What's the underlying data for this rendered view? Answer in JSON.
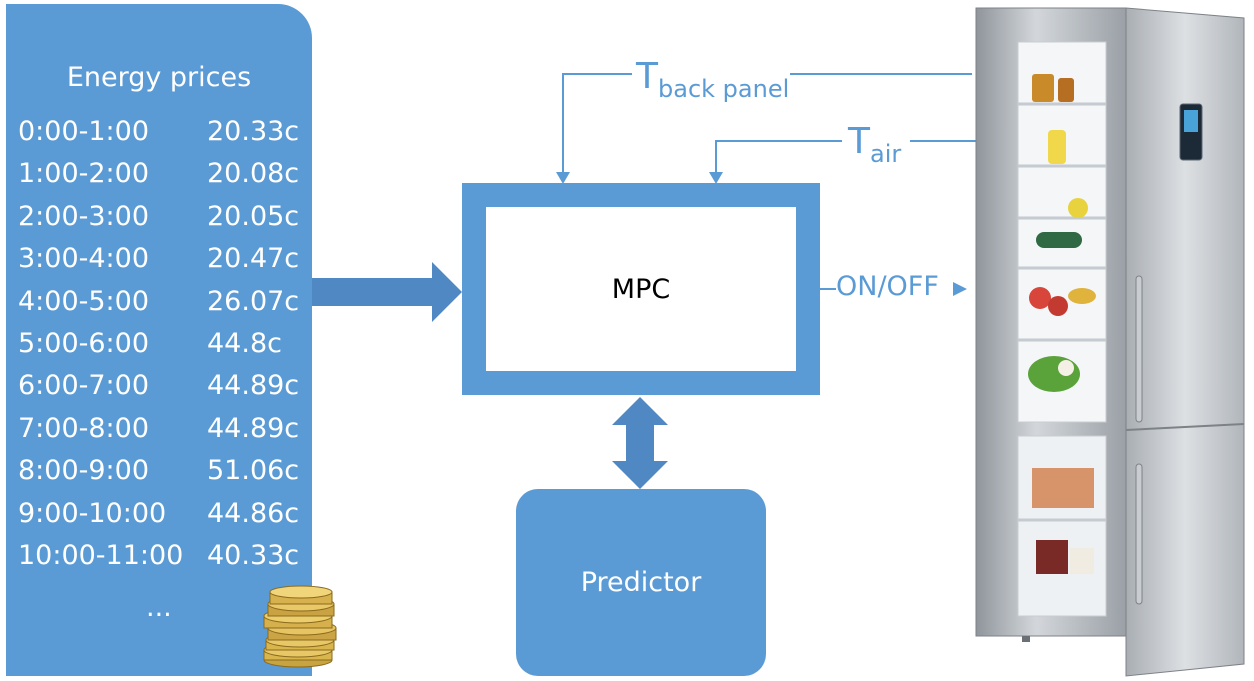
{
  "prices": {
    "title": "Energy prices",
    "rows": [
      {
        "time": "0:00-1:00",
        "price": "20.33c"
      },
      {
        "time": "1:00-2:00",
        "price": "20.08c"
      },
      {
        "time": "2:00-3:00",
        "price": "20.05c"
      },
      {
        "time": "3:00-4:00",
        "price": "20.47c"
      },
      {
        "time": "4:00-5:00",
        "price": "26.07c"
      },
      {
        "time": "5:00-6:00",
        "price": "44.8c"
      },
      {
        "time": "6:00-7:00",
        "price": "44.89c"
      },
      {
        "time": "7:00-8:00",
        "price": "44.89c"
      },
      {
        "time": "8:00-9:00",
        "price": "51.06c"
      },
      {
        "time": "9:00-10:00",
        "price": "44.86c"
      },
      {
        "time": "10:00-11:00",
        "price": "40.33c"
      }
    ],
    "ellipsis": "..."
  },
  "mpc": {
    "label": "MPC"
  },
  "predictor": {
    "label": "Predictor"
  },
  "signals": {
    "t_back_main": "T",
    "t_back_sub": "back panel",
    "t_air_main": "T",
    "t_air_sub": "air",
    "output": "ON/OFF"
  },
  "colors": {
    "accent": "#5b9bd5",
    "accent_dark": "#4f88c2",
    "fridge_steel": "#b7bcc1"
  },
  "icons": {
    "coins": "coin-stack-icon",
    "fridge": "refrigerator-photo"
  }
}
